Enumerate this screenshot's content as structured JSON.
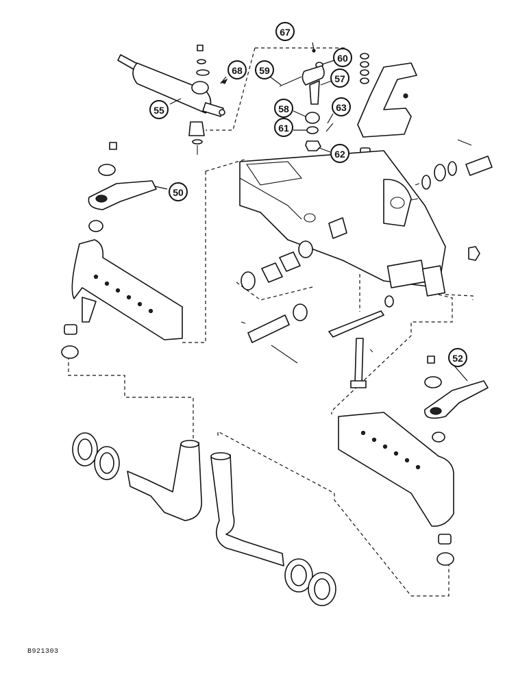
{
  "figure_code": "B921303",
  "callouts": [
    {
      "id": "c67",
      "label": "67"
    },
    {
      "id": "c60",
      "label": "60"
    },
    {
      "id": "c68",
      "label": "68"
    },
    {
      "id": "c59",
      "label": "59"
    },
    {
      "id": "c57",
      "label": "57"
    },
    {
      "id": "c55",
      "label": "55"
    },
    {
      "id": "c58",
      "label": "58"
    },
    {
      "id": "c63",
      "label": "63"
    },
    {
      "id": "c61",
      "label": "61"
    },
    {
      "id": "c62",
      "label": "62"
    },
    {
      "id": "c50",
      "label": "50"
    },
    {
      "id": "c52",
      "label": "52"
    }
  ]
}
